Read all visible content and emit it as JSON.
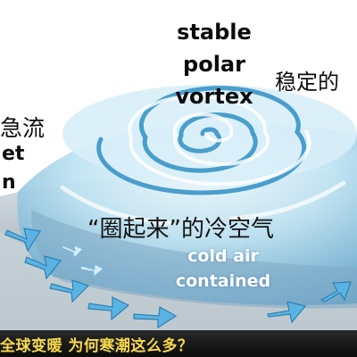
{
  "top_label_en": [
    "stable",
    "polar",
    "vortex"
  ],
  "top_label_cn": "稳定的",
  "left_label_cn": "急流",
  "left_label_en": [
    "et",
    "n"
  ],
  "center_label_cn": "“圈起来”的冷空气",
  "center_label_en": [
    "cold air",
    "contained"
  ],
  "caption": "全球变暖 为何寒潮这么多？",
  "icons": [
    "swirl-vortex-icon",
    "arrow-icon"
  ],
  "colors": {
    "dome_light": "#e8f6fb",
    "dome_mid": "#a9d6ea",
    "dome_dark": "#5aa6cf",
    "arrow": "#5ab4e3",
    "caption_text": "#f7d94a",
    "caption_bg": "#111111"
  }
}
